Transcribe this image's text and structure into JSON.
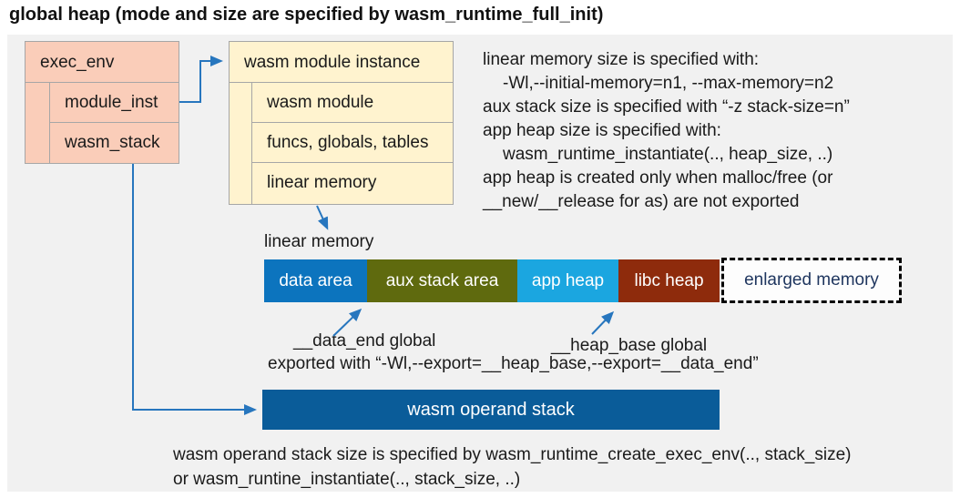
{
  "title": "global heap (mode and size are specified by wasm_runtime_full_init)",
  "exec_env_box": {
    "title": "exec_env",
    "rows": [
      "module_inst",
      "wasm_stack"
    ],
    "fill": "#facdb9"
  },
  "module_instance_box": {
    "title": "wasm module instance",
    "rows": [
      "wasm module",
      "funcs, globals, tables",
      "linear memory"
    ],
    "fill": "#fff3cf"
  },
  "right_notes": {
    "lines": [
      "linear memory size is specified with:",
      "-Wl,--initial-memory=n1, --max-memory=n2",
      "aux stack size is specified with “-z stack-size=n”",
      "app heap size is specified with:",
      "wasm_runtime_instantiate(.., heap_size, ..)",
      "app heap is created only when malloc/free (or",
      "__new/__release for as) are not exported"
    ]
  },
  "linear_memory": {
    "label": "linear memory",
    "segments": [
      {
        "label": "data area",
        "color": "#0c74be"
      },
      {
        "label": "aux stack area",
        "color": "#5f6a0e"
      },
      {
        "label": "app heap",
        "color": "#1ba6e0"
      },
      {
        "label": "libc heap",
        "color": "#8e2b0c"
      },
      {
        "label": "enlarged memory",
        "color": "#fdfdfd"
      }
    ],
    "annotations": {
      "data_end": "__data_end global",
      "heap_base": "__heap_base global",
      "exported": "exported with “-Wl,--export=__heap_base,--export=__data_end”"
    }
  },
  "operand_stack": {
    "label": "wasm operand stack",
    "color": "#0a5c99"
  },
  "bottom_notes": {
    "lines": [
      "wasm operand stack size is specified by wasm_runtime_create_exec_env(.., stack_size)",
      "or wasm_runtine_instantiate(.., stack_size, ..)"
    ]
  },
  "colors": {
    "panel_background": "#f1f1f1",
    "box_border": "#a6a6a6",
    "connector_blue": "#2776be",
    "enlarged_memory_text": "#1e355e",
    "enlarged_memory_border": "#000000"
  }
}
